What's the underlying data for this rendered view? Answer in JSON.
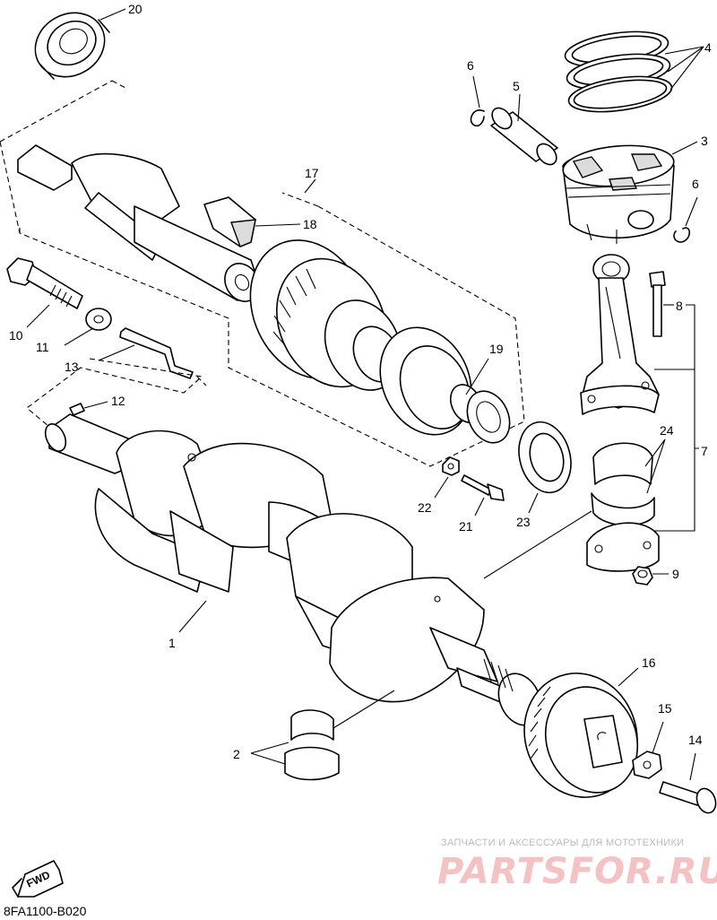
{
  "diagram": {
    "part_code": "8FA1100-B020",
    "fwd_label": "FWD",
    "watermark": {
      "tagline": "ЗАПЧАСТИ И АКСЕССУАРЫ ДЛЯ МОТОТЕХНИКИ",
      "logo": "PARTSFOR.RU"
    },
    "callouts": {
      "c1": "1",
      "c2": "2",
      "c3": "3",
      "c4": "4",
      "c5": "5",
      "c6a": "6",
      "c6b": "6",
      "c7": "7",
      "c8": "8",
      "c9": "9",
      "c10": "10",
      "c11": "11",
      "c12": "12",
      "c13": "13",
      "c14": "14",
      "c15": "15",
      "c16": "16",
      "c17": "17",
      "c18": "18",
      "c19": "19",
      "c20": "20",
      "c21": "21",
      "c22": "22",
      "c23": "23",
      "c24": "24"
    }
  }
}
